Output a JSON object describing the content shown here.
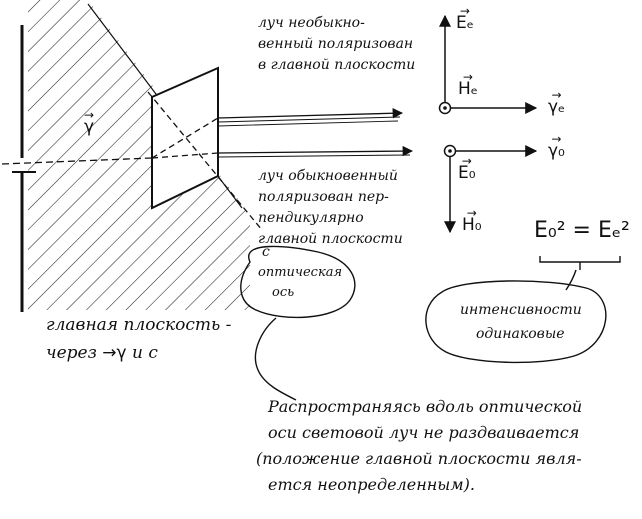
{
  "extraordinary_ray": {
    "line1": "луч необыкно-",
    "line2": "венный поляризован",
    "line3": "в главной плоскости"
  },
  "ordinary_ray": {
    "line1": "луч обыкновенный",
    "line2": "поляризован пер-",
    "line3": "пендикулярно",
    "line4": "главной плоскости"
  },
  "vectors": {
    "E_e": "Eₑ",
    "H_e": "Hₑ",
    "gamma_e": "γₑ",
    "E_o": "E₀",
    "H_o": "H₀",
    "gamma_o": "γ₀",
    "gamma": "γ",
    "arrow": "→"
  },
  "equation": "E₀² = Eₑ²",
  "intensity_note": {
    "line1": "интенсивности",
    "line2": "одинаковые"
  },
  "optic_axis": {
    "letter": "c",
    "line1": "оптическая",
    "line2": "ось"
  },
  "principal_plane": {
    "line1": "главная плоскость -",
    "line2_prefix": "через",
    "line2_suffix": "и  c"
  },
  "propagation_note": {
    "line1": "Распространяясь вдоль оптической",
    "line2": "оси световой луч не раздваивается",
    "line3": "(положение главной плоскости явля-",
    "line4": "ется неопределенным)."
  }
}
